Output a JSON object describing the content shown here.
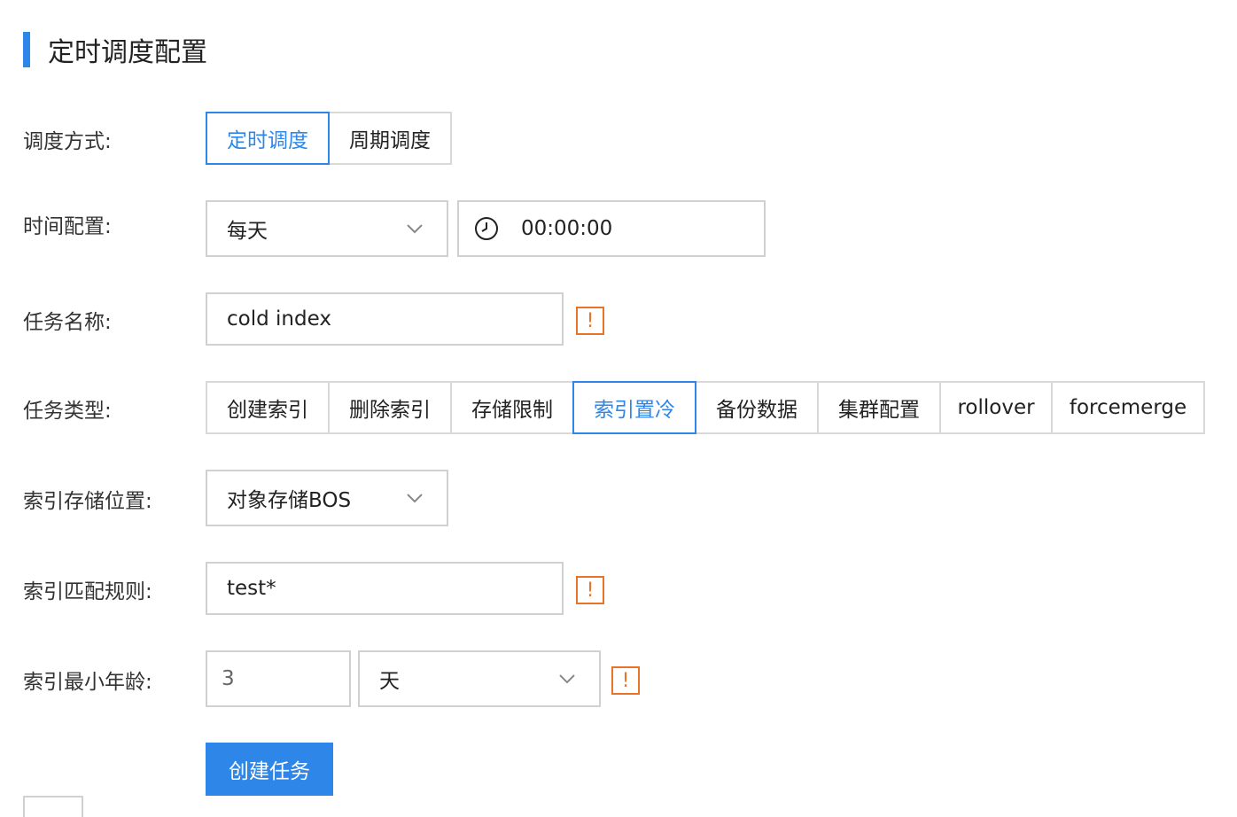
{
  "title": "定时调度配置",
  "colors": {
    "accent": "#2e87e8",
    "warning": "#e8742a",
    "border": "#d0d0d0"
  },
  "schedule_mode": {
    "label": "调度方式:",
    "options": [
      "定时调度",
      "周期调度"
    ],
    "selected": "定时调度"
  },
  "time_config": {
    "label": "时间配置:",
    "frequency": "每天",
    "time": "00:00:00",
    "icons": [
      "chevron-down-icon",
      "clock-icon"
    ]
  },
  "task_name": {
    "label": "任务名称:",
    "value": "cold index",
    "warning": "!"
  },
  "task_type": {
    "label": "任务类型:",
    "options": [
      "创建索引",
      "删除索引",
      "存储限制",
      "索引置冷",
      "备份数据",
      "集群配置",
      "rollover",
      "forcemerge"
    ],
    "selected": "索引置冷"
  },
  "storage_location": {
    "label": "索引存储位置:",
    "value": "对象存储BOS"
  },
  "match_rule": {
    "label": "索引匹配规则:",
    "value": "test*",
    "warning": "!"
  },
  "min_age": {
    "label": "索引最小年龄:",
    "value": "3",
    "unit": "天",
    "warning": "!"
  },
  "submit": {
    "label": "创建任务"
  }
}
